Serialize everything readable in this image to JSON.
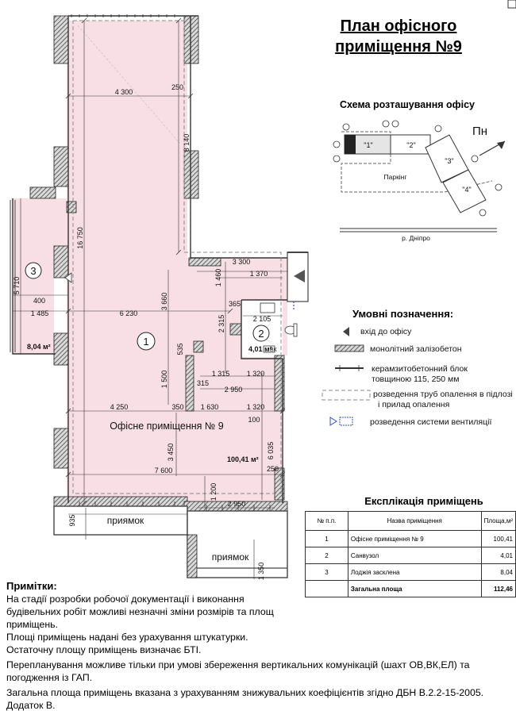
{
  "title": {
    "line1": "План офісного",
    "line2": "приміщення №9"
  },
  "scheme": {
    "title": "Схема розташування офісу",
    "north": "Пн",
    "parking": "Паркінг",
    "river": "р. Дніпро",
    "sections": [
      "\"1\"",
      "\"2\"",
      "\"3\"",
      "\"4\""
    ]
  },
  "legend": {
    "title": "Умовні позначення:",
    "entrance": "вхід до офісу",
    "concrete": "монолітний залізобетон",
    "block_line1": "керамзитобетонний блок",
    "block_line2": "товщиною 115, 250 мм",
    "heating_line1": "розведення труб опалення в підлозі",
    "heating_line2": "і прилад опалення",
    "ventilation": "розведення системи вентиляції"
  },
  "plan": {
    "room1_number": "1",
    "room1_name": "Офісне приміщення № 9",
    "room1_area": "100,41 м²",
    "room2_number": "2",
    "room2_area": "4,01 м²",
    "room2_tag": "ВК",
    "room3_number": "3",
    "room3_area": "8,04 м²",
    "pit1": "приямок",
    "pit2": "приямок",
    "dims": {
      "d4300": "4 300",
      "d250a": "250",
      "d8140": "8 140",
      "d16750": "16 750",
      "d3300": "3 300",
      "d1460": "1 460",
      "d1370": "1 370",
      "d5710": "5 710",
      "d400": "400",
      "d1485": "1 485",
      "d6230": "6 230",
      "d3660": "3 660",
      "d365": "365",
      "d2105": "2 105",
      "d2315": "2 315",
      "d535": "535",
      "d1500": "1 500",
      "d1315": "1 315",
      "d1320a": "1 320",
      "d315": "315",
      "d2950a": "2 950",
      "d4250": "4 250",
      "d350": "350",
      "d1630": "1 630",
      "d1320b": "1 320",
      "d100": "100",
      "d3450": "3 450",
      "d6035": "6 035",
      "d7600": "7 600",
      "d250b": "250",
      "d1200": "1 200",
      "d2950b": "2 950",
      "d935": "935",
      "d1350": "1 350"
    }
  },
  "explication": {
    "title": "Експлікація приміщень",
    "headers": [
      "№ п.п.",
      "Назва приміщення",
      "Площа,м²"
    ],
    "rows": [
      [
        "1",
        "Офісне приміщення № 9",
        "100,41"
      ],
      [
        "2",
        "Санвузол",
        "4,01"
      ],
      [
        "3",
        "Лоджія засклена",
        "8,04"
      ]
    ],
    "total": [
      "",
      "Загальна площа",
      "112,46"
    ]
  },
  "notes": {
    "title": "Примітки:",
    "lines": [
      "На стадії розробки робочої документації і виконання",
      "будівельних робіт можливі незначні зміни  розмірів та площ",
      "приміщень.",
      "Площі приміщень надані без урахування штукатурки.",
      "Остаточну площу приміщень визначає БТІ.",
      "Перепланування можливе тільки при умові збереження вертикальних комунікацій  (шахт ОВ,ВК,ЕЛ)  та",
      "погодження із ГАП.",
      "Загальна площа приміщень вказана з урахуванням знижувальних коефіцієнтів згідно ДБН В.2.2-15-2005.",
      "Додаток В."
    ]
  },
  "colors": {
    "room_fill": "#f8dfe5",
    "wall_hatch": "#555555"
  }
}
